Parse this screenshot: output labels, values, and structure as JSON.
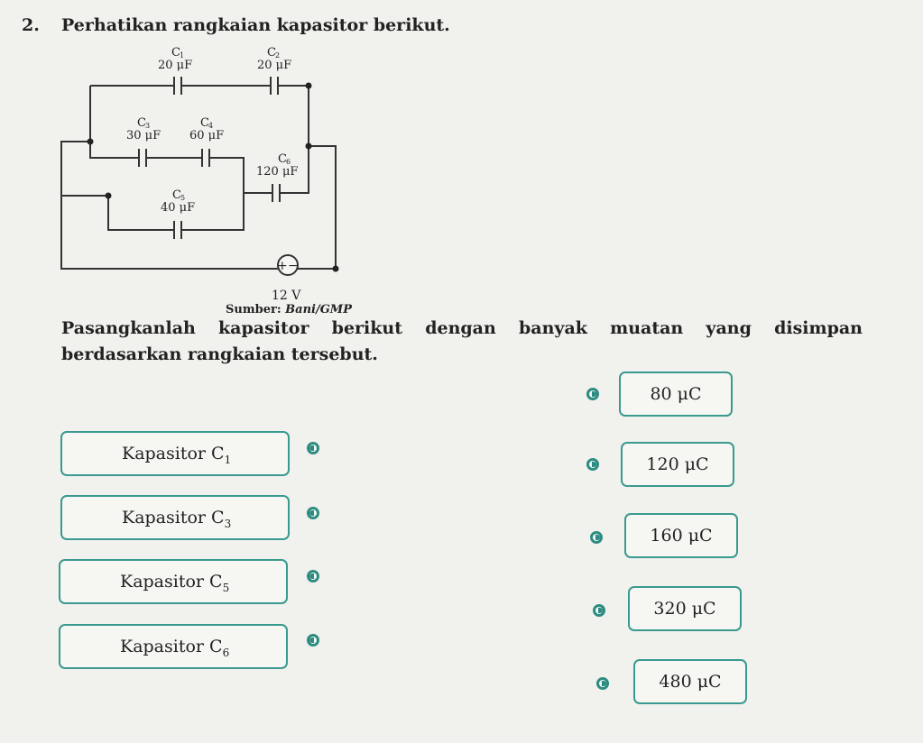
{
  "question": {
    "number": "2.",
    "prompt": "Perhatikan rangkaian kapasitor berikut."
  },
  "circuit": {
    "capacitors": [
      {
        "name": "C",
        "index": "1",
        "value": "20 μF"
      },
      {
        "name": "C",
        "index": "2",
        "value": "20 μF"
      },
      {
        "name": "C",
        "index": "3",
        "value": "30 μF"
      },
      {
        "name": "C",
        "index": "4",
        "value": "60 μF"
      },
      {
        "name": "C",
        "index": "5",
        "value": "40 μF"
      },
      {
        "name": "C",
        "index": "6",
        "value": "120 μF"
      }
    ],
    "battery_signs": {
      "plus": "+",
      "minus": "−"
    },
    "battery_voltage": "12 V"
  },
  "source": {
    "label": "Sumber:",
    "value": "Bani/GMP"
  },
  "instruction": "Pasangkanlah kapasitor berikut dengan banyak muatan yang disimpan berdasarkan rangkaian tersebut.",
  "left_items": [
    {
      "text": "Kapasitor C",
      "sub": "1"
    },
    {
      "text": "Kapasitor C",
      "sub": "3"
    },
    {
      "text": "Kapasitor C",
      "sub": "5"
    },
    {
      "text": "Kapasitor C",
      "sub": "6"
    }
  ],
  "right_items": [
    "80 μC",
    "120 μC",
    "160 μC",
    "320 μC",
    "480 μC"
  ],
  "colors": {
    "accent": "#3a9a8f",
    "dot": "#2d8c82"
  }
}
